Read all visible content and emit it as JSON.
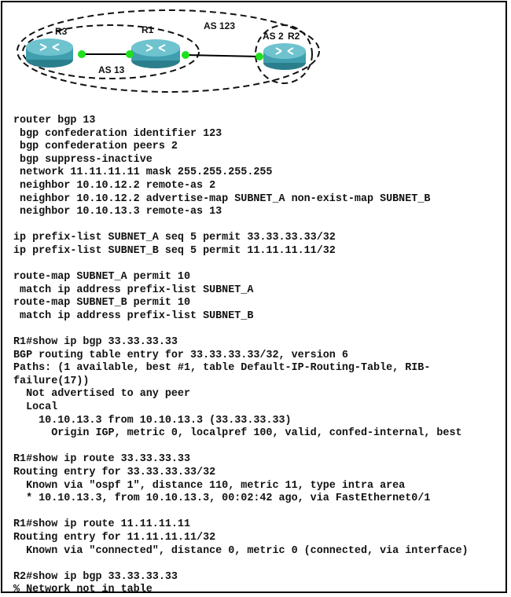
{
  "topology": {
    "routers": [
      {
        "id": "r3",
        "label": "R3"
      },
      {
        "id": "r1",
        "label": "R1"
      },
      {
        "id": "r2",
        "label": "R2"
      }
    ],
    "zones": {
      "outer": "AS 123",
      "left": "AS 13",
      "right": "AS 2"
    },
    "colors": {
      "router_body": "#3f9fae",
      "router_top": "#6ec3cf",
      "link_dot": "#1ee01e",
      "link_line": "#000000"
    }
  },
  "config_lines": [
    "router bgp 13",
    " bgp confederation identifier 123",
    " bgp confederation peers 2",
    " bgp suppress-inactive",
    " network 11.11.11.11 mask 255.255.255.255",
    " neighbor 10.10.12.2 remote-as 2",
    " neighbor 10.10.12.2 advertise-map SUBNET_A non-exist-map SUBNET_B",
    " neighbor 10.10.13.3 remote-as 13",
    "",
    "ip prefix-list SUBNET_A seq 5 permit 33.33.33.33/32",
    "ip prefix-list SUBNET_B seq 5 permit 11.11.11.11/32",
    "",
    "route-map SUBNET_A permit 10",
    " match ip address prefix-list SUBNET_A",
    "route-map SUBNET_B permit 10",
    " match ip address prefix-list SUBNET_B",
    "",
    "R1#show ip bgp 33.33.33.33",
    "BGP routing table entry for 33.33.33.33/32, version 6",
    "Paths: (1 available, best #1, table Default-IP-Routing-Table, RIB-",
    "failure(17))",
    "  Not advertised to any peer",
    "  Local",
    "    10.10.13.3 from 10.10.13.3 (33.33.33.33)",
    "      Origin IGP, metric 0, localpref 100, valid, confed-internal, best",
    "",
    "R1#show ip route 33.33.33.33",
    "Routing entry for 33.33.33.33/32",
    "  Known via \"ospf 1\", distance 110, metric 11, type intra area",
    "  * 10.10.13.3, from 10.10.13.3, 00:02:42 ago, via FastEthernet0/1",
    "",
    "R1#show ip route 11.11.11.11",
    "Routing entry for 11.11.11.11/32",
    "  Known via \"connected\", distance 0, metric 0 (connected, via interface)",
    "",
    "R2#show ip bgp 33.33.33.33",
    "% Network not in table"
  ]
}
